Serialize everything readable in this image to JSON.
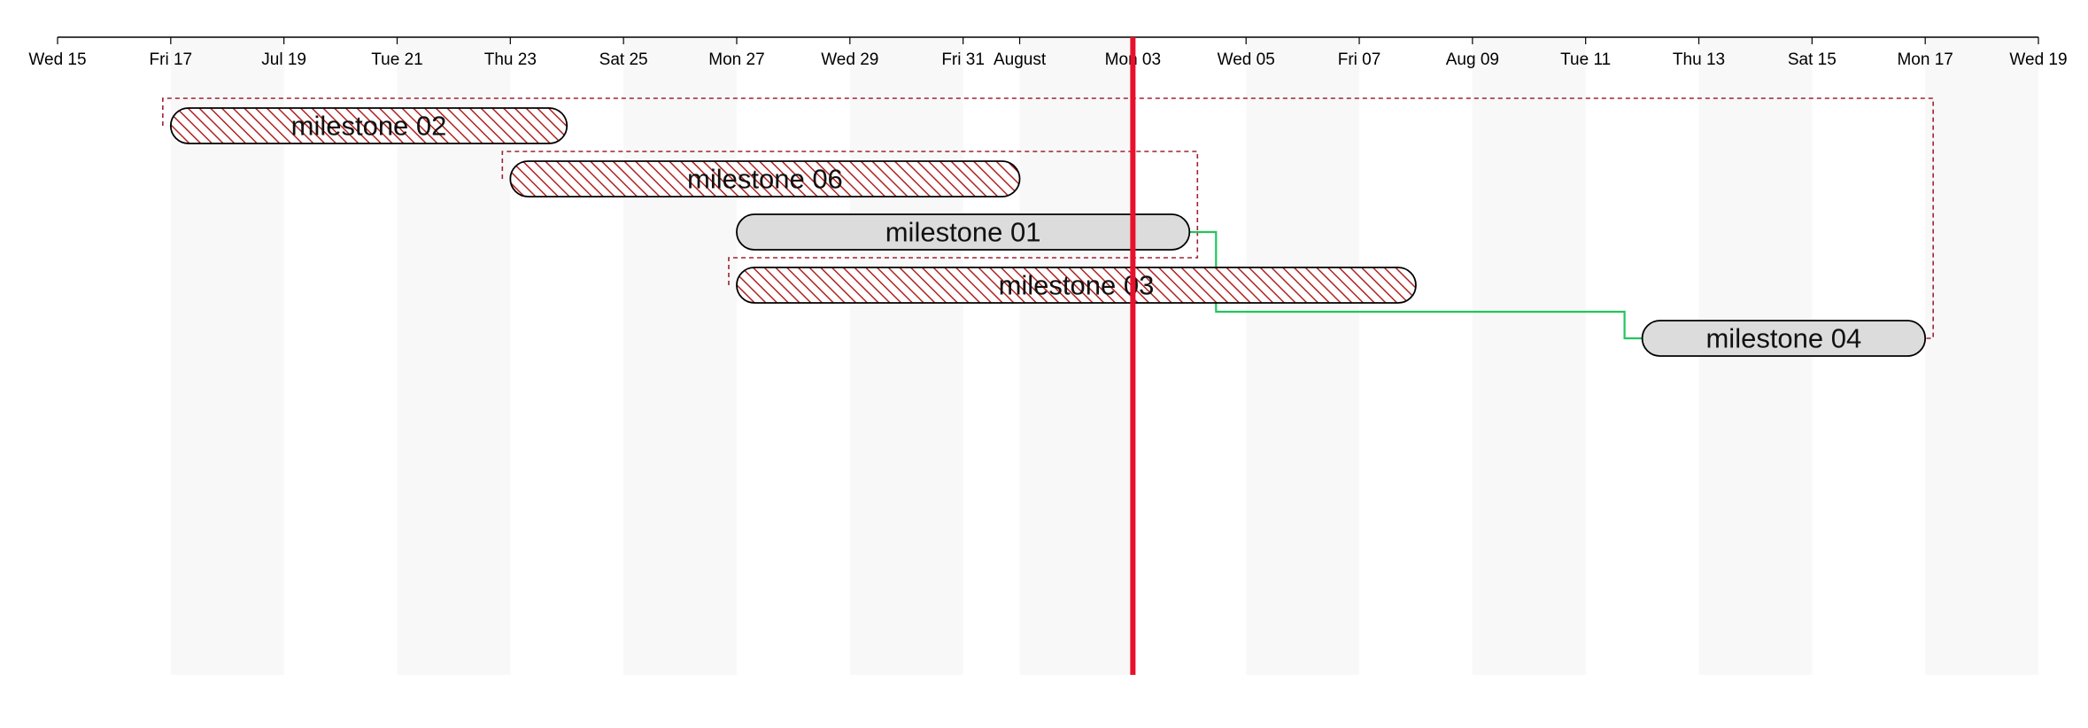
{
  "chart_data": {
    "type": "gantt",
    "x_axis": {
      "start": "2020-07-15",
      "end": "2020-08-19",
      "ticks": [
        {
          "date": "2020-07-15",
          "label": "Wed 15"
        },
        {
          "date": "2020-07-17",
          "label": "Fri 17"
        },
        {
          "date": "2020-07-19",
          "label": "Jul 19"
        },
        {
          "date": "2020-07-21",
          "label": "Tue 21"
        },
        {
          "date": "2020-07-23",
          "label": "Thu 23"
        },
        {
          "date": "2020-07-25",
          "label": "Sat 25"
        },
        {
          "date": "2020-07-27",
          "label": "Mon 27"
        },
        {
          "date": "2020-07-29",
          "label": "Wed 29"
        },
        {
          "date": "2020-07-31",
          "label": "Fri 31"
        },
        {
          "date": "2020-08-01",
          "label": "August"
        },
        {
          "date": "2020-08-03",
          "label": "Mon 03"
        },
        {
          "date": "2020-08-05",
          "label": "Wed 05"
        },
        {
          "date": "2020-08-07",
          "label": "Fri 07"
        },
        {
          "date": "2020-08-09",
          "label": "Aug 09"
        },
        {
          "date": "2020-08-11",
          "label": "Tue 11"
        },
        {
          "date": "2020-08-13",
          "label": "Thu 13"
        },
        {
          "date": "2020-08-15",
          "label": "Sat 15"
        },
        {
          "date": "2020-08-17",
          "label": "Mon 17"
        },
        {
          "date": "2020-08-19",
          "label": "Wed 19"
        }
      ]
    },
    "today": "2020-08-03",
    "week_bands": [
      [
        "2020-07-17",
        "2020-07-19"
      ],
      [
        "2020-07-21",
        "2020-07-23"
      ],
      [
        "2020-07-25",
        "2020-07-27"
      ],
      [
        "2020-07-29",
        "2020-07-31"
      ],
      [
        "2020-08-01",
        "2020-08-03"
      ],
      [
        "2020-08-05",
        "2020-08-07"
      ],
      [
        "2020-08-09",
        "2020-08-11"
      ],
      [
        "2020-08-13",
        "2020-08-15"
      ],
      [
        "2020-08-17",
        "2020-08-19"
      ]
    ],
    "tasks": [
      {
        "name": "milestone 02",
        "start": "2020-07-17",
        "end": "2020-07-24",
        "style": "hatched"
      },
      {
        "name": "milestone 06",
        "start": "2020-07-23",
        "end": "2020-08-01",
        "style": "hatched"
      },
      {
        "name": "milestone 01",
        "start": "2020-07-27",
        "end": "2020-08-04",
        "style": "solid"
      },
      {
        "name": "milestone 03",
        "start": "2020-07-27",
        "end": "2020-08-08",
        "style": "hatched"
      },
      {
        "name": "milestone 04",
        "start": "2020-08-12",
        "end": "2020-08-17",
        "style": "solid"
      }
    ],
    "dependencies": [
      {
        "from": "milestone 01",
        "to": "milestone 04"
      }
    ],
    "groupings": [
      {
        "task": "milestone 02",
        "end": "2020-08-17",
        "to_row": "milestone 04"
      },
      {
        "task": "milestone 06",
        "end": "2020-08-04",
        "to_row": "milestone 01"
      },
      {
        "task": "milestone 03",
        "end": "2020-08-04",
        "to_row": "milestone 01"
      }
    ],
    "colors": {
      "today_line": "#e8112d",
      "hatch": "#b22222",
      "solid_fill": "#dcdcdc",
      "dependency": "#22c55e",
      "grouping": "#9b2335",
      "band": "#f8f8f8"
    }
  }
}
